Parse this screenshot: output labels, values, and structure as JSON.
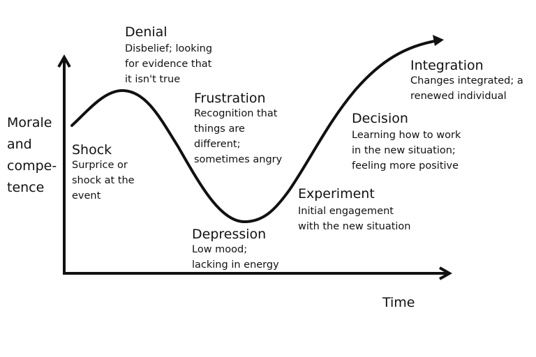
{
  "diagram": {
    "type": "change-curve",
    "y_axis_label_lines": [
      "Morale",
      "and",
      "compe-",
      "tence"
    ],
    "x_axis_label": "Time",
    "stages": [
      {
        "name": "Shock",
        "description_lines": [
          "Surprice or",
          "shock at the",
          "event"
        ]
      },
      {
        "name": "Denial",
        "description_lines": [
          "Disbelief; looking",
          "for evidence that",
          "it isn't true"
        ]
      },
      {
        "name": "Frustration",
        "description_lines": [
          "Recognition that",
          "things are",
          "different;",
          "sometimes angry"
        ]
      },
      {
        "name": "Depression",
        "description_lines": [
          "Low mood;",
          "lacking in energy"
        ]
      },
      {
        "name": "Experiment",
        "description_lines": [
          "Initial engagement",
          "with the new situation"
        ]
      },
      {
        "name": "Decision",
        "description_lines": [
          "Learning how to work",
          "in the new situation;",
          "feeling more positive"
        ]
      },
      {
        "name": "Integration",
        "description_lines": [
          "Changes integrated; a",
          "renewed individual"
        ]
      }
    ],
    "colors": {
      "line": "#111111",
      "text": "#111111",
      "background": "#ffffff"
    }
  }
}
